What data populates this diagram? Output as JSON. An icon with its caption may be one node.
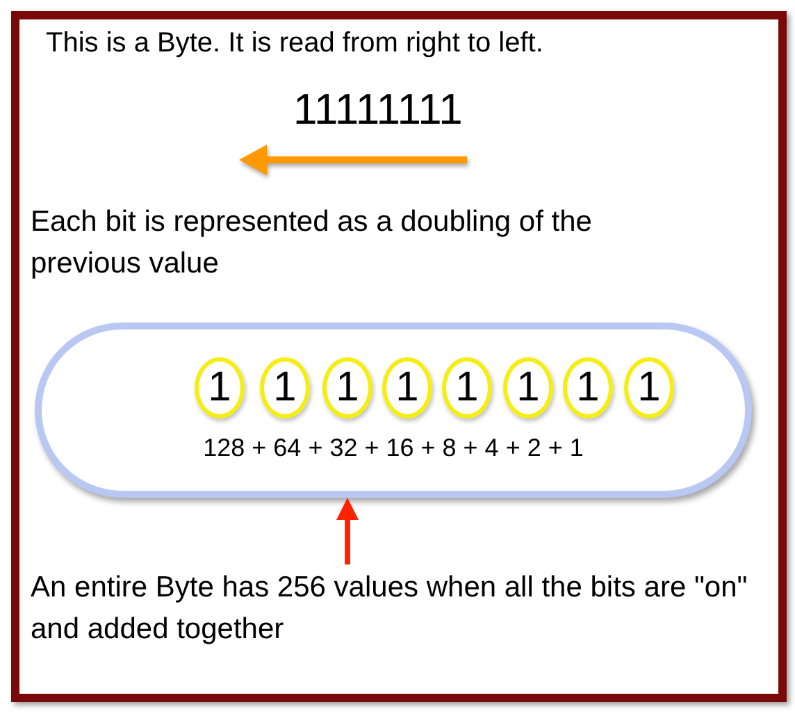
{
  "diagram": {
    "nodes": [
      {
        "text": [
          "128 + 64 + 32 + 16 + 8 + 4 + 2 + 1"
        ]
      },
      {
        "text": [
          "1"
        ],
        "in": 0
      },
      {
        "text": [
          "1"
        ],
        "in": 0
      },
      {
        "text": [
          "1"
        ],
        "in": 0
      },
      {
        "text": [
          "1"
        ],
        "in": 0
      },
      {
        "text": [
          "1"
        ],
        "in": 0
      },
      {
        "text": [
          "1"
        ],
        "in": 0
      },
      {
        "text": [
          "1"
        ],
        "in": 0
      },
      {
        "text": [
          "1"
        ],
        "in": 0
      },
      {
        "text": [
          "An entire Byte has 256 values when all the bits are \"on\" and added together"
        ]
      }
    ],
    "edges": [
      {
        "from": 9,
        "to": 0,
        "arrow": "to",
        "color": "#ff2200"
      }
    ],
    "labels": [
      "This is a Byte. It is read from right to left.",
      "11111111",
      "Each bit is represented as a doubling of the previous value"
    ]
  }
}
